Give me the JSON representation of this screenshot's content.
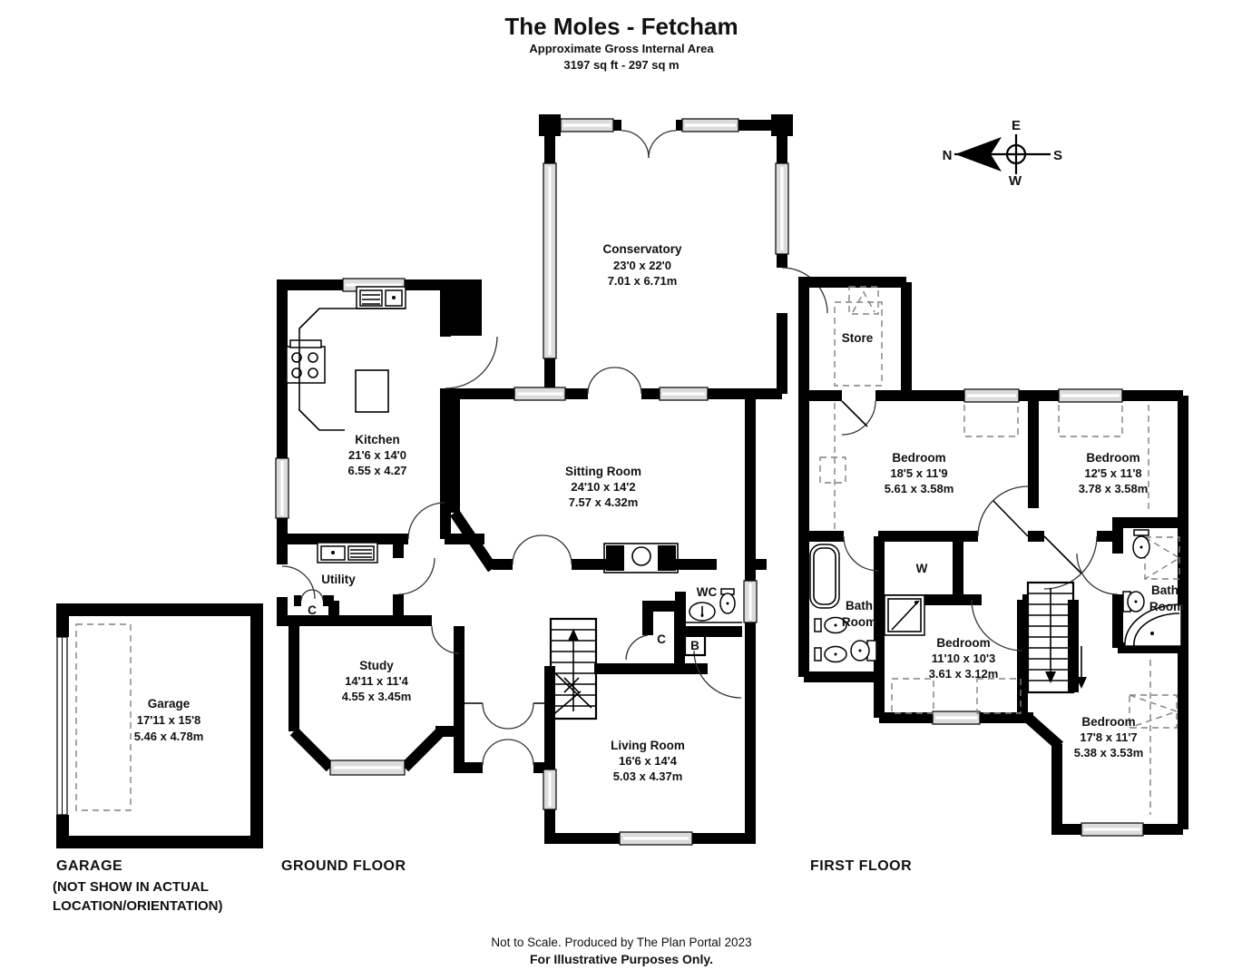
{
  "title": {
    "main": "The Moles - Fetcham",
    "subtitle": "Approximate Gross Internal Area",
    "area": "3197 sq ft - 297 sq m"
  },
  "compass": {
    "north": "N",
    "east": "E",
    "south": "S",
    "west": "W"
  },
  "rooms": {
    "conservatory": {
      "name": "Conservatory",
      "dims_ft": "23'0 x 22'0",
      "dims_m": "7.01 x 6.71m"
    },
    "kitchen": {
      "name": "Kitchen",
      "dims_ft": "21'6 x 14'0",
      "dims_m": "6.55 x 4.27"
    },
    "sitting_room": {
      "name": "Sitting Room",
      "dims_ft": "24'10 x 14'2",
      "dims_m": "7.57 x 4.32m"
    },
    "utility": {
      "name": "Utility"
    },
    "closet_utility": {
      "name": "C"
    },
    "study": {
      "name": "Study",
      "dims_ft": "14'11 x 11'4",
      "dims_m": "4.55 x 3.45m"
    },
    "wc": {
      "name": "WC"
    },
    "closet_hall": {
      "name": "C"
    },
    "boiler": {
      "name": "B"
    },
    "living_room": {
      "name": "Living Room",
      "dims_ft": "16'6 x 14'4",
      "dims_m": "5.03 x 4.37m"
    },
    "garage": {
      "name": "Garage",
      "dims_ft": "17'11 x 15'8",
      "dims_m": "5.46 x 4.78m"
    },
    "store": {
      "name": "Store"
    },
    "bedroom_1": {
      "name": "Bedroom",
      "dims_ft": "18'5 x 11'9",
      "dims_m": "5.61 x 3.58m"
    },
    "bedroom_2": {
      "name": "Bedroom",
      "dims_ft": "12'5 x 11'8",
      "dims_m": "3.78 x 3.58m"
    },
    "bedroom_3": {
      "name": "Bedroom",
      "dims_ft": "11'10 x 10'3",
      "dims_m": "3.61 x 3.12m"
    },
    "bedroom_4": {
      "name": "Bedroom",
      "dims_ft": "17'8 x 11'7",
      "dims_m": "5.38 x 3.53m"
    },
    "bathroom_left": {
      "line1": "Bath",
      "line2": "Room"
    },
    "bathroom_right": {
      "line1": "Bath",
      "line2": "Room"
    },
    "wardrobe": {
      "name": "W"
    }
  },
  "floor_labels": {
    "garage": "GARAGE",
    "garage_note_line1": "(NOT SHOW IN ACTUAL",
    "garage_note_line2": "LOCATION/ORIENTATION)",
    "ground": "GROUND FLOOR",
    "first": "FIRST FLOOR"
  },
  "footer": {
    "line1": "Not to Scale. Produced by The Plan Portal 2023",
    "line2": "For Illustrative Purposes Only."
  },
  "colors": {
    "wall": "#000000",
    "window_fill": "#dcdcdc",
    "dashed": "#808080"
  }
}
